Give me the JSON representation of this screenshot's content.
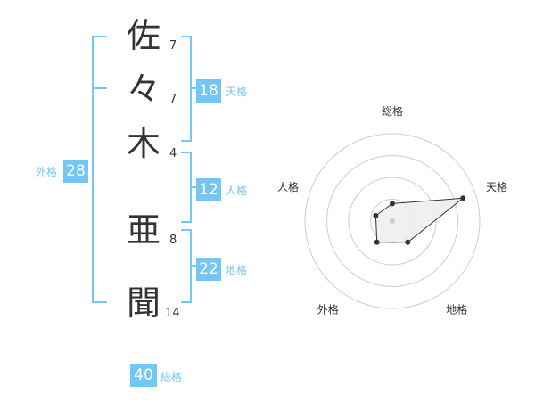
{
  "name": {
    "chars": [
      {
        "char": "佐",
        "strokes": "7"
      },
      {
        "char": "々",
        "strokes": "7"
      },
      {
        "char": "木",
        "strokes": "4"
      },
      {
        "char": "亜",
        "strokes": "8"
      },
      {
        "char": "聞",
        "strokes": "14"
      }
    ]
  },
  "kakusu": {
    "tenkaku": {
      "value": "18",
      "label": "天格"
    },
    "jinkaku": {
      "value": "12",
      "label": "人格"
    },
    "chikaku": {
      "value": "22",
      "label": "地格"
    },
    "gaikaku": {
      "value": "28",
      "label": "外格"
    },
    "soukaku": {
      "value": "40",
      "label": "総格"
    }
  },
  "chart_data": {
    "type": "radar",
    "axes": [
      "総格",
      "天格",
      "地格",
      "外格",
      "人格"
    ],
    "values": [
      0.2,
      0.85,
      0.3,
      0.3,
      0.2
    ],
    "range": [
      0,
      1
    ],
    "rings": 4,
    "colors": {
      "fill": "#eeeeee",
      "line": "#333333",
      "grid": "#cccccc",
      "center": "#cccccc"
    }
  }
}
